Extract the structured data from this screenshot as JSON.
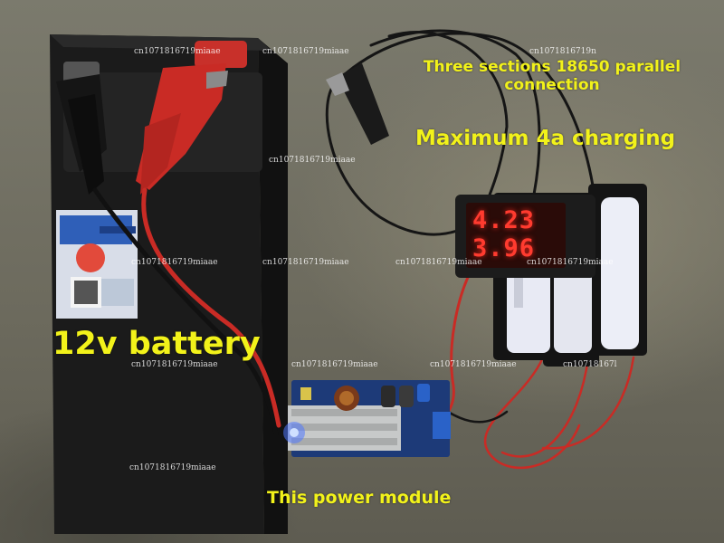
{
  "annotations": {
    "battery_label": "12v battery",
    "charging_label": "Maximum 4a charging",
    "cells_label": "Three sections 18650 parallel connection",
    "module_label": "This power module"
  },
  "voltmeter": {
    "top_reading": "4.23",
    "bottom_reading": "3.96"
  },
  "watermarks": [
    "cn1071816719miaae",
    "cn1071816719miaae",
    "cn1071816719n",
    "cn1071816719miaae",
    "cn1071816719miaae",
    "cn1071816719miaae",
    "cn1071816719miaae",
    "cn1071816719miaae",
    "cn1071816719miaae",
    "cn1071816719miaae",
    "cn1071816719miaae",
    "cn10718167l",
    "cn1071816719miaae"
  ],
  "colors": {
    "label_yellow": "#f2f21a",
    "led_red": "#ff3b2f",
    "status_led_blue": "#3a6bff"
  }
}
